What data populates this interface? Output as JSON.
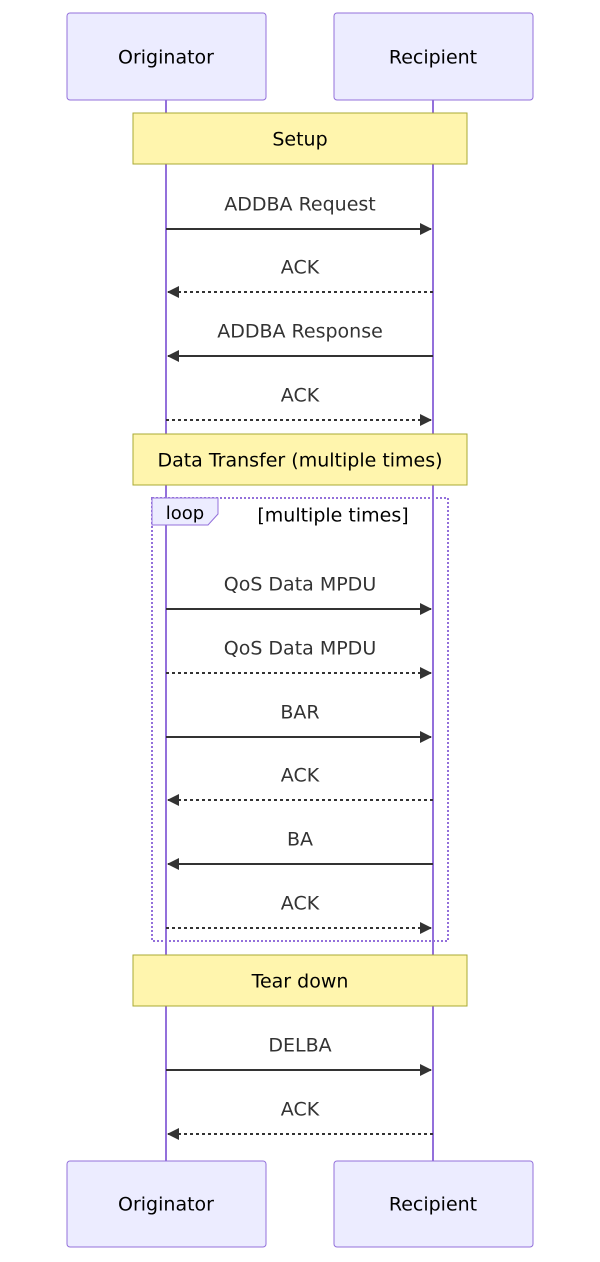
{
  "participants": [
    {
      "id": "originator",
      "label": "Originator"
    },
    {
      "id": "recipient",
      "label": "Recipient"
    }
  ],
  "notes": [
    {
      "id": "setup",
      "text": "Setup"
    },
    {
      "id": "data-transfer",
      "text": "Data Transfer (multiple times)"
    },
    {
      "id": "tear-down",
      "text": "Tear down"
    }
  ],
  "loop": {
    "label": "loop",
    "condition": "[multiple times]"
  },
  "messages": [
    {
      "text": "ADDBA Request",
      "from": "originator",
      "to": "recipient",
      "style": "solid"
    },
    {
      "text": "ACK",
      "from": "recipient",
      "to": "originator",
      "style": "dashed"
    },
    {
      "text": "ADDBA Response",
      "from": "recipient",
      "to": "originator",
      "style": "solid"
    },
    {
      "text": "ACK",
      "from": "originator",
      "to": "recipient",
      "style": "dashed"
    },
    {
      "text": "QoS Data MPDU",
      "from": "originator",
      "to": "recipient",
      "style": "solid"
    },
    {
      "text": "QoS Data MPDU",
      "from": "originator",
      "to": "recipient",
      "style": "dashed"
    },
    {
      "text": "BAR",
      "from": "originator",
      "to": "recipient",
      "style": "solid"
    },
    {
      "text": "ACK",
      "from": "recipient",
      "to": "originator",
      "style": "dashed"
    },
    {
      "text": "BA",
      "from": "recipient",
      "to": "originator",
      "style": "solid"
    },
    {
      "text": "ACK",
      "from": "originator",
      "to": "recipient",
      "style": "dashed"
    },
    {
      "text": "DELBA",
      "from": "originator",
      "to": "recipient",
      "style": "solid"
    },
    {
      "text": "ACK",
      "from": "recipient",
      "to": "originator",
      "style": "dashed"
    }
  ],
  "colors": {
    "actor_fill": "#ECECFF",
    "actor_stroke": "#9370DB",
    "note_fill": "#FFF5AD",
    "note_stroke": "#AAAA33",
    "line": "#333333"
  }
}
